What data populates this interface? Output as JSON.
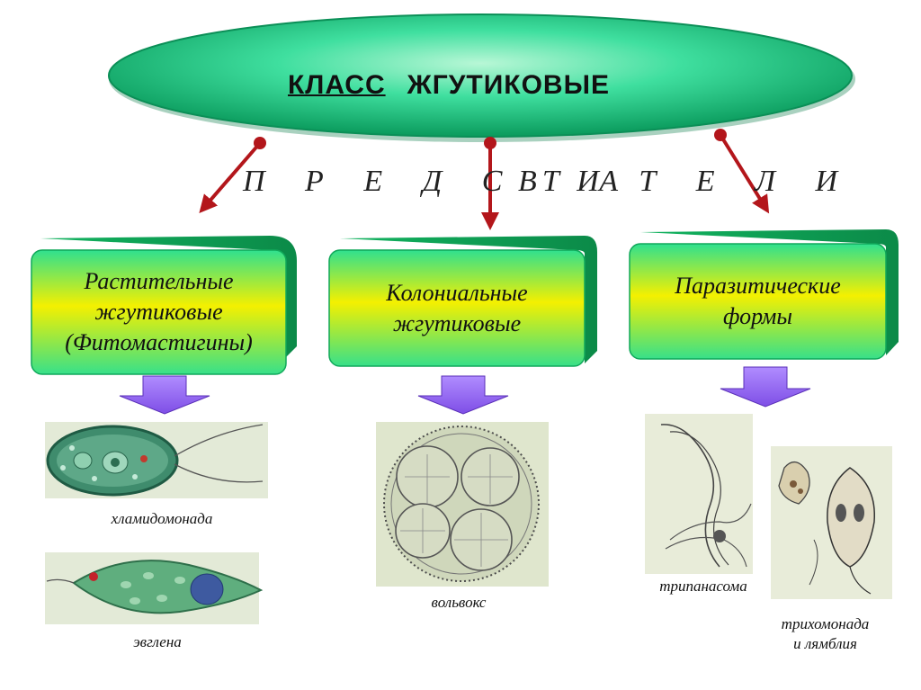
{
  "title": {
    "word1": "КЛАСС",
    "word2": "ЖГУТИКОВЫЕ"
  },
  "representatives": {
    "left": "П Р Е Д С Т А",
    "right": "В И Т Е Л И"
  },
  "boxes": [
    {
      "line1": "Растительные",
      "line2": "жгутиковые",
      "line3": "(Фитомастигины)"
    },
    {
      "line1": "Колониальные",
      "line2": "жгутиковые"
    },
    {
      "line1": "Паразитические",
      "line2": "формы"
    }
  ],
  "captions": {
    "chlamydomonas": "хламидомонада",
    "euglena": "эвглена",
    "volvox": "вольвокс",
    "trypanosoma": "трипанасома",
    "trichomonas_l1": "трихомонада",
    "trichomonas_l2": "и лямблия"
  },
  "colors": {
    "ellipse": "#2fd79a",
    "box_top": "#33e08a",
    "box_mid": "#f4f000",
    "box_side": "#0fb05a",
    "arrow_red": "#b3161b",
    "down_arrow": "#9b6cf0",
    "image_bg": "#dfe8cf"
  }
}
